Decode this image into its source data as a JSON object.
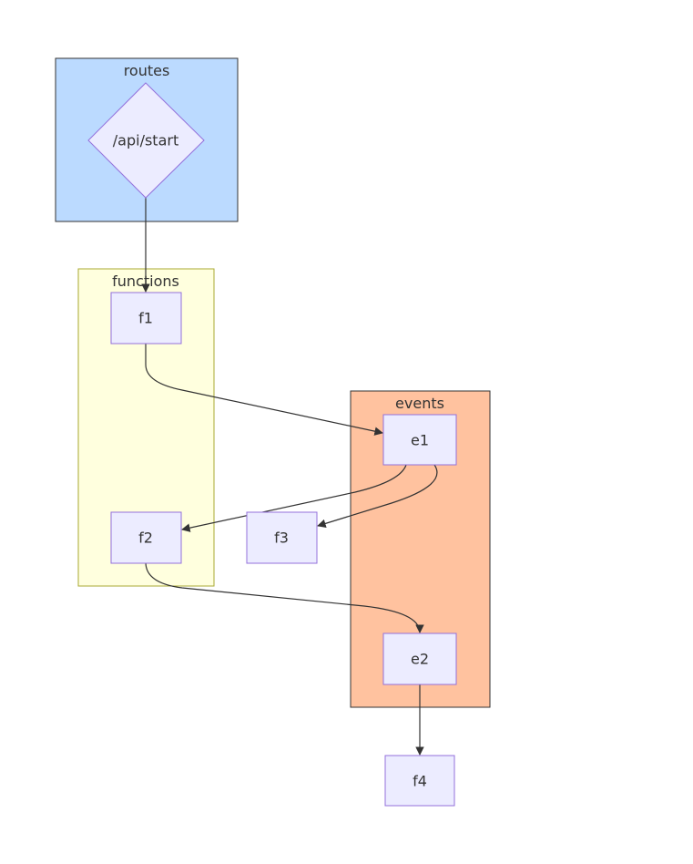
{
  "diagram": {
    "clusters": {
      "routes": {
        "label": "routes",
        "fill": "#bbdaff",
        "stroke": "#333333"
      },
      "functions": {
        "label": "functions",
        "fill": "#ffffde",
        "stroke": "#aaaa33"
      },
      "events": {
        "label": "events",
        "fill": "#ffc29f",
        "stroke": "#333333"
      }
    },
    "nodes": {
      "api_start": {
        "label": "/api/start",
        "shape": "diamond"
      },
      "f1": {
        "label": "f1"
      },
      "f2": {
        "label": "f2"
      },
      "f3": {
        "label": "f3"
      },
      "f4": {
        "label": "f4"
      },
      "e1": {
        "label": "e1"
      },
      "e2": {
        "label": "e2"
      }
    },
    "edges": [
      {
        "from": "/api/start",
        "to": "f1"
      },
      {
        "from": "f1",
        "to": "e1"
      },
      {
        "from": "e1",
        "to": "f2"
      },
      {
        "from": "e1",
        "to": "f3"
      },
      {
        "from": "f2",
        "to": "e2"
      },
      {
        "from": "e2",
        "to": "f4"
      }
    ]
  }
}
